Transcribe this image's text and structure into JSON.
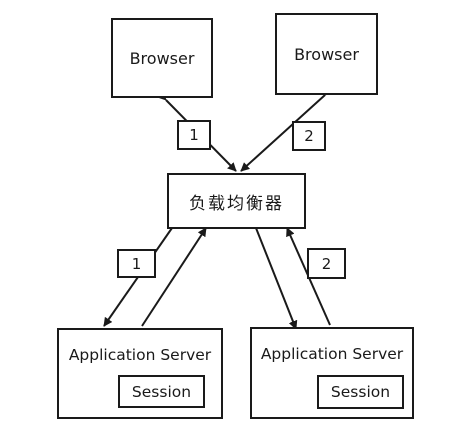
{
  "browsers": [
    {
      "label": "Browser"
    },
    {
      "label": "Browser"
    }
  ],
  "load_balancer": {
    "label": "负载均衡器"
  },
  "servers": [
    {
      "title": "Application Server",
      "session_label": "Session"
    },
    {
      "title": "Application Server",
      "session_label": "Session"
    }
  ],
  "route_numbers": {
    "browser_left": "1",
    "browser_right": "2",
    "server_left": "1",
    "server_right": "2"
  }
}
